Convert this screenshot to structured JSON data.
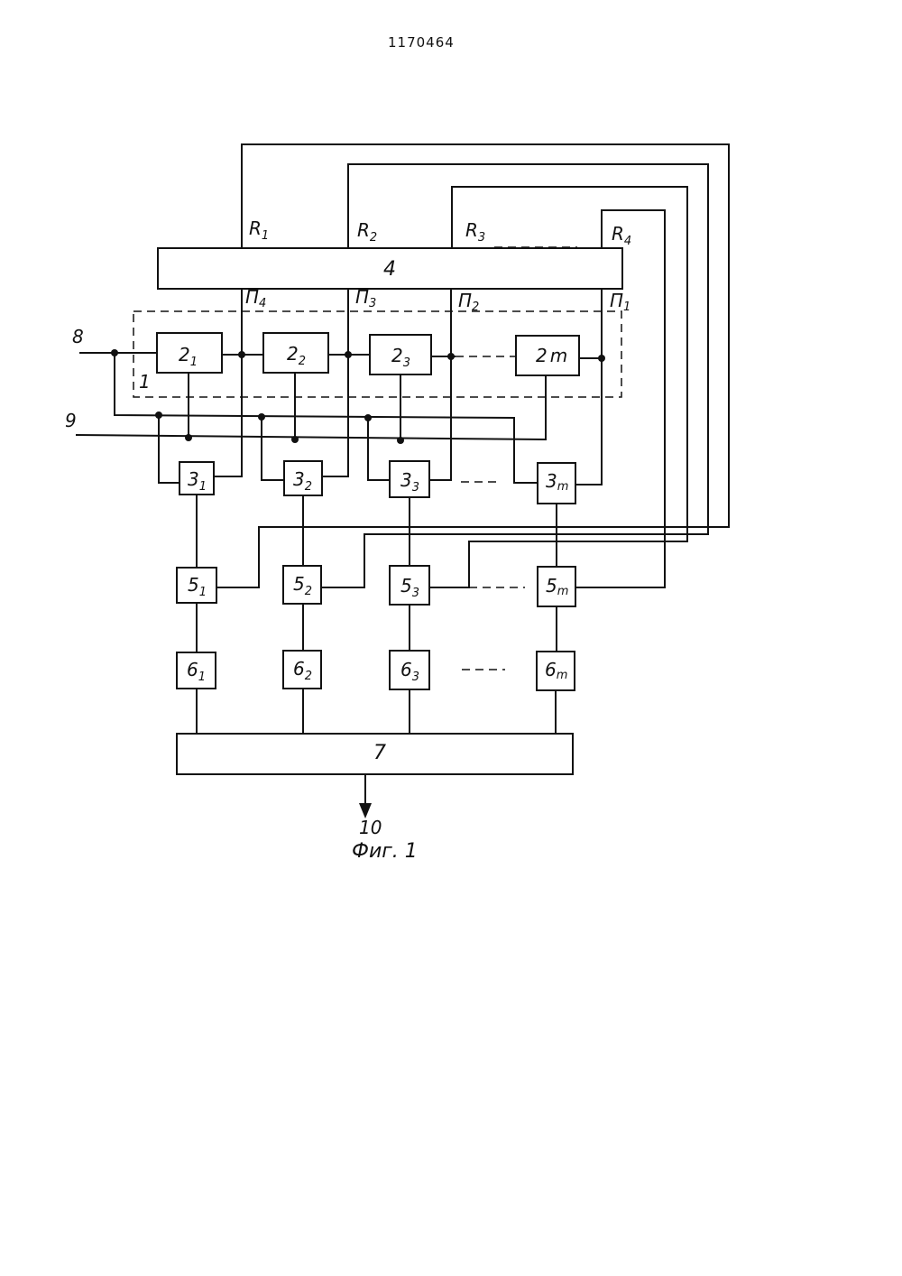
{
  "header": {
    "patent_number": "1170464"
  },
  "blocks": {
    "b4": "4",
    "b7": "7",
    "r1": {
      "main": "2",
      "sub": "1"
    },
    "r2": {
      "main": "2",
      "sub": "2"
    },
    "r3": {
      "main": "2",
      "sub": "3"
    },
    "rm": {
      "main": "2",
      "sub": "m"
    },
    "c1": {
      "main": "3",
      "sub": "1"
    },
    "c2": {
      "main": "3",
      "sub": "2"
    },
    "c3": {
      "main": "3",
      "sub": "3"
    },
    "cm": {
      "main": "3",
      "sub": "m"
    },
    "f1": {
      "main": "5",
      "sub": "1"
    },
    "f2": {
      "main": "5",
      "sub": "2"
    },
    "f3": {
      "main": "5",
      "sub": "3"
    },
    "fm": {
      "main": "5",
      "sub": "m"
    },
    "s1": {
      "main": "6",
      "sub": "1"
    },
    "s2": {
      "main": "6",
      "sub": "2"
    },
    "s3": {
      "main": "6",
      "sub": "3"
    },
    "sm": {
      "main": "6",
      "sub": "m"
    }
  },
  "labels": {
    "R1": {
      "main": "R",
      "sub": "1"
    },
    "R2": {
      "main": "R",
      "sub": "2"
    },
    "R3": {
      "main": "R",
      "sub": "3"
    },
    "R4": {
      "main": "R",
      "sub": "4"
    },
    "P4": {
      "main": "П",
      "sub": "4"
    },
    "P3": {
      "main": "П",
      "sub": "3"
    },
    "P2": {
      "main": "П",
      "sub": "2"
    },
    "P1": {
      "main": "П",
      "sub": "1"
    },
    "group1": "1",
    "input8": "8",
    "input9": "9",
    "output10": "10"
  },
  "caption": "Фиг. 1"
}
